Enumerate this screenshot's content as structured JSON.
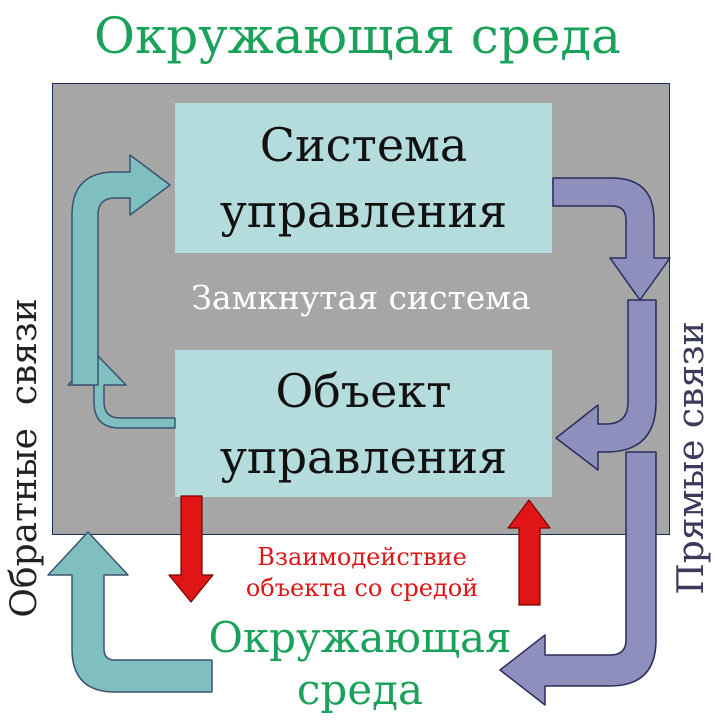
{
  "diagram": {
    "title_top": "Окружающая среда",
    "control_system": {
      "line1": "Система",
      "line2": "управления"
    },
    "closed_system_label": "Замкнутая система",
    "control_object": {
      "line1": "Объект",
      "line2": "управления"
    },
    "interaction": {
      "line1": "Взаимодействие",
      "line2": "объекта со средой"
    },
    "title_bottom": {
      "line1": "Окружающая",
      "line2": "среда"
    },
    "feedback_label": "Обратные  связи",
    "direct_label": "Прямые связи"
  },
  "colors": {
    "environment_text": "#1aa15a",
    "gray_box": "#a6a6a6",
    "block_fill": "#b5dcdc",
    "feedback_arrow": "#7fbfc0",
    "direct_arrow": "#8f8fbe",
    "interaction_arrow": "#e01515",
    "closed_label": "#ffffff"
  },
  "icons": {
    "feedback": "feedback-arrow-icon",
    "direct": "direct-arrow-icon",
    "down": "arrow-down-icon",
    "up": "arrow-up-icon"
  }
}
